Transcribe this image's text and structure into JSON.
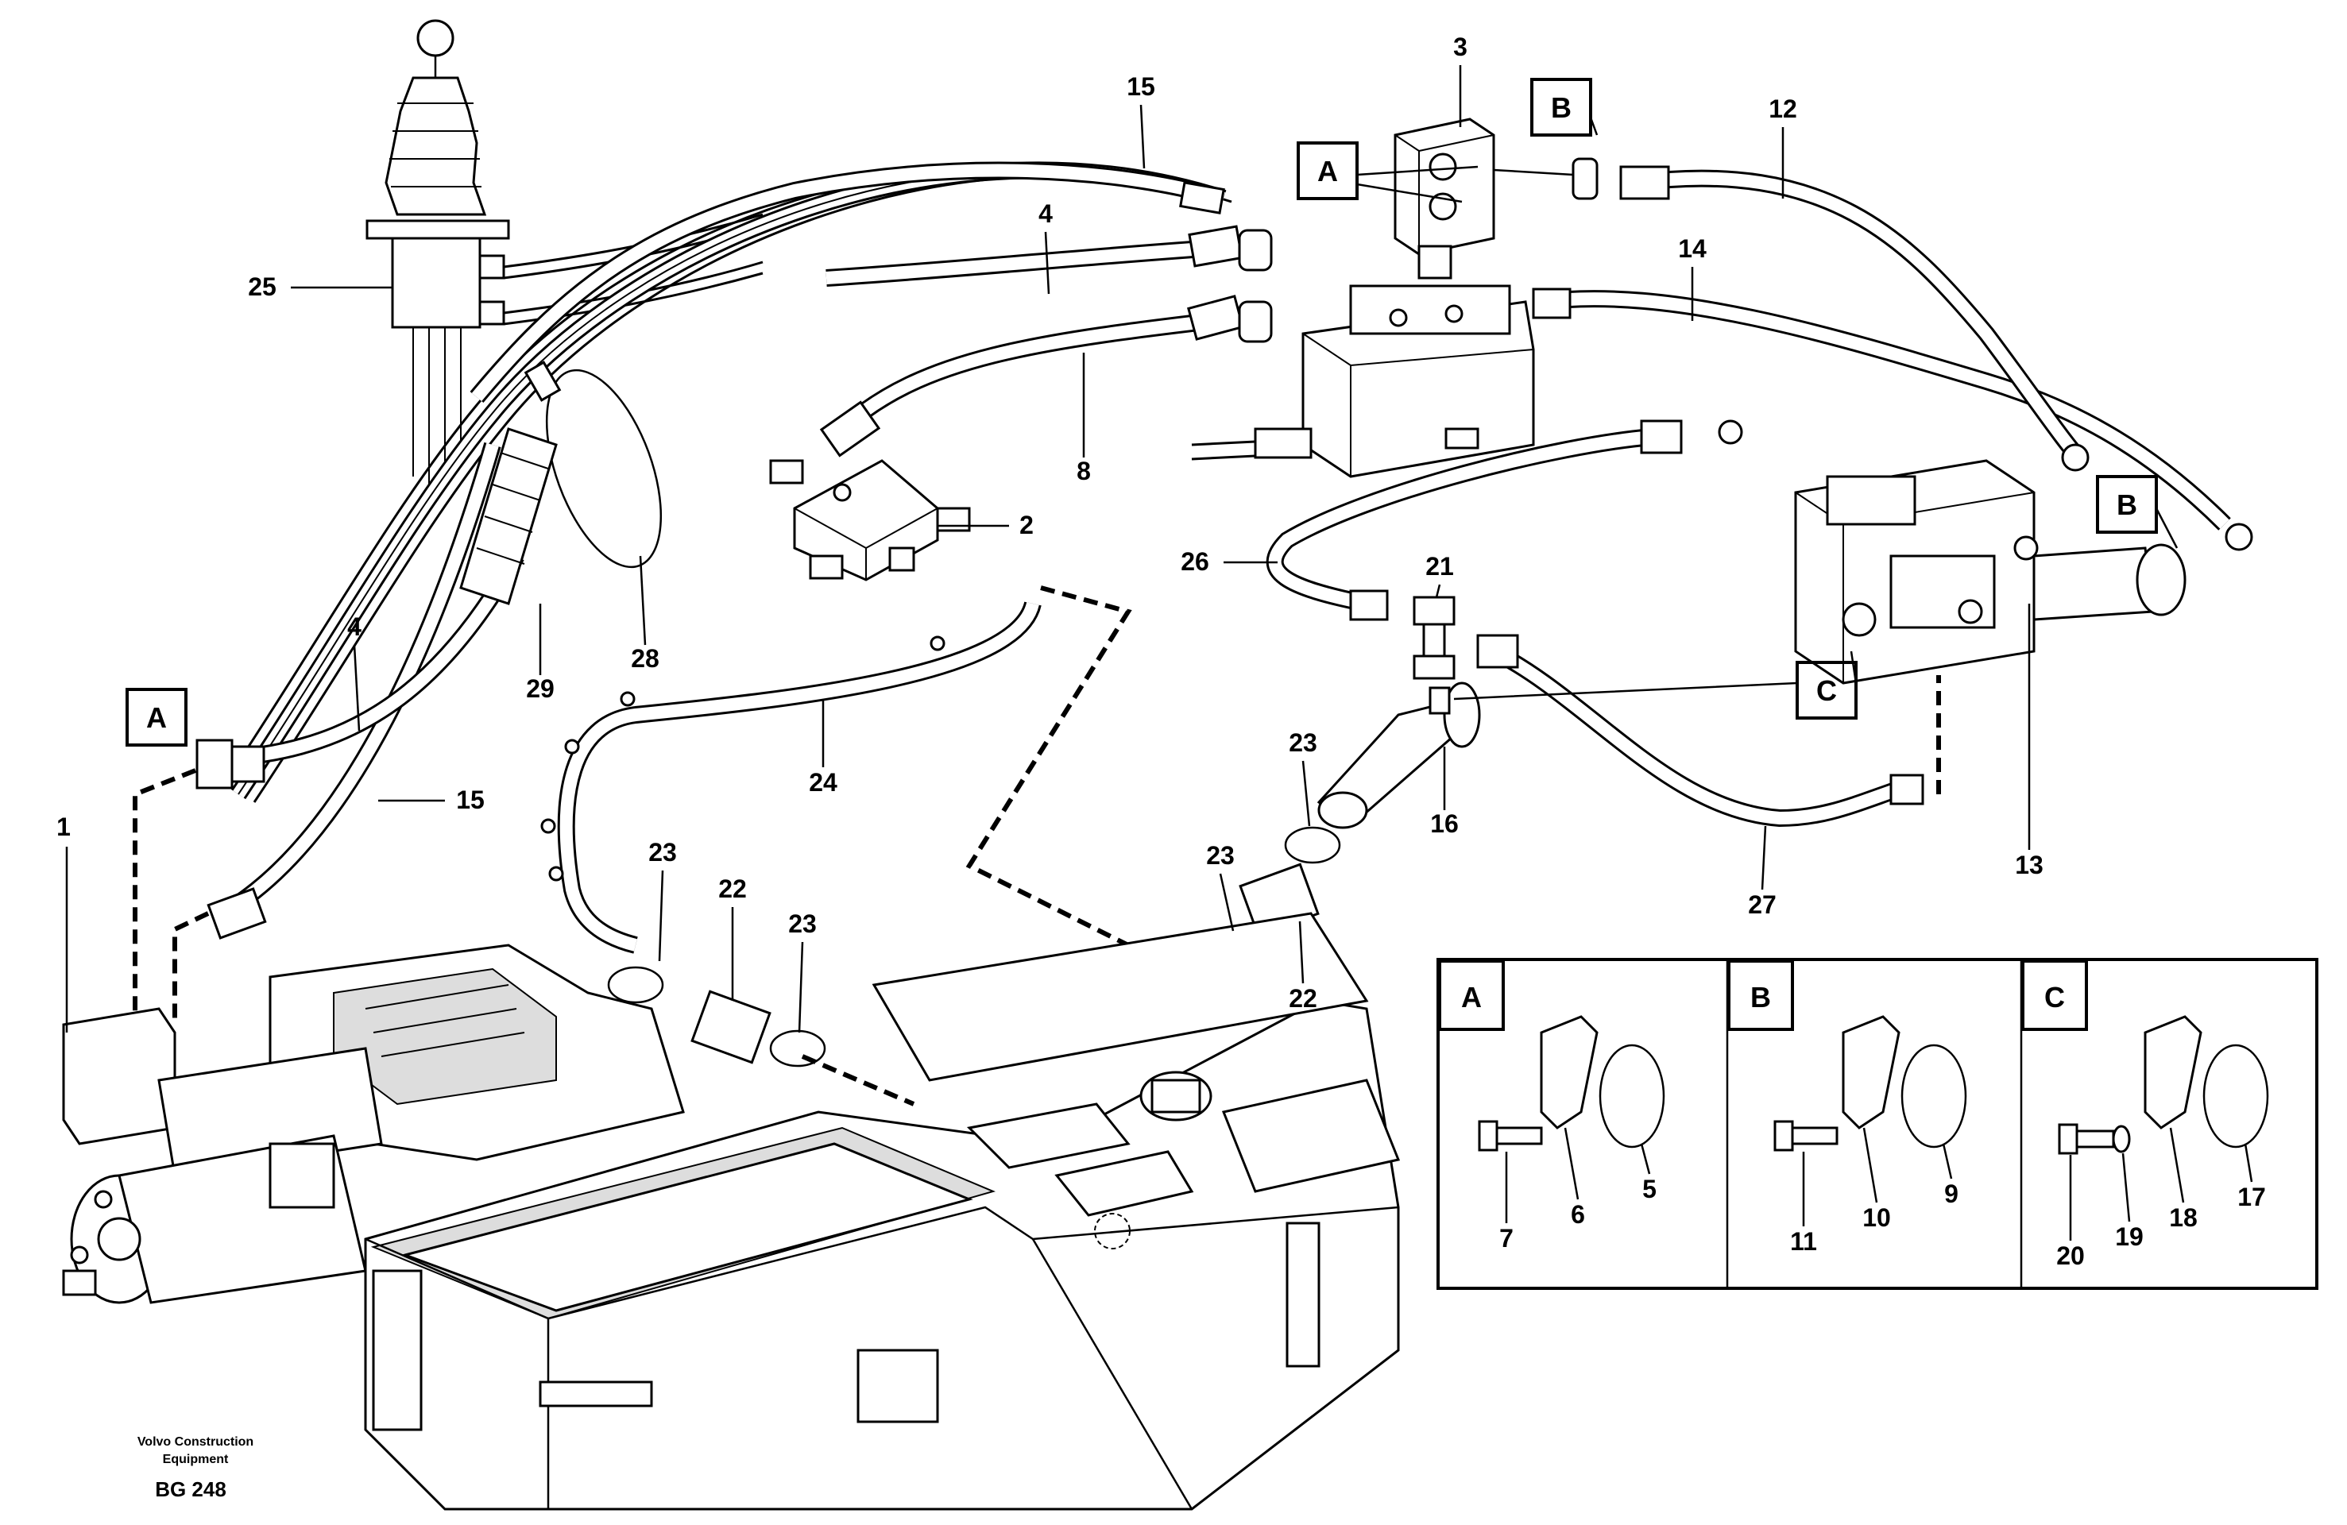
{
  "callouts": [
    {
      "label": "1"
    },
    {
      "label": "2"
    },
    {
      "label": "3"
    },
    {
      "label": "4"
    },
    {
      "label": "4"
    },
    {
      "label": "8"
    },
    {
      "label": "12"
    },
    {
      "label": "13"
    },
    {
      "label": "14"
    },
    {
      "label": "15"
    },
    {
      "label": "15"
    },
    {
      "label": "16"
    },
    {
      "label": "21"
    },
    {
      "label": "22"
    },
    {
      "label": "22"
    },
    {
      "label": "23"
    },
    {
      "label": "23"
    },
    {
      "label": "23"
    },
    {
      "label": "23"
    },
    {
      "label": "24"
    },
    {
      "label": "25"
    },
    {
      "label": "26"
    },
    {
      "label": "27"
    },
    {
      "label": "28"
    },
    {
      "label": "29"
    }
  ],
  "boxed_labels": [
    {
      "letter": "A"
    },
    {
      "letter": "A"
    },
    {
      "letter": "B"
    },
    {
      "letter": "B"
    },
    {
      "letter": "C"
    }
  ],
  "detail_panels": [
    {
      "letter": "A",
      "parts": [
        "7",
        "6",
        "5"
      ]
    },
    {
      "letter": "B",
      "parts": [
        "11",
        "10",
        "9"
      ]
    },
    {
      "letter": "C",
      "parts": [
        "20",
        "19",
        "18",
        "17"
      ]
    }
  ],
  "footer": {
    "company_line1": "Volvo Construction",
    "company_line2": "Equipment",
    "code": "BG 248"
  }
}
